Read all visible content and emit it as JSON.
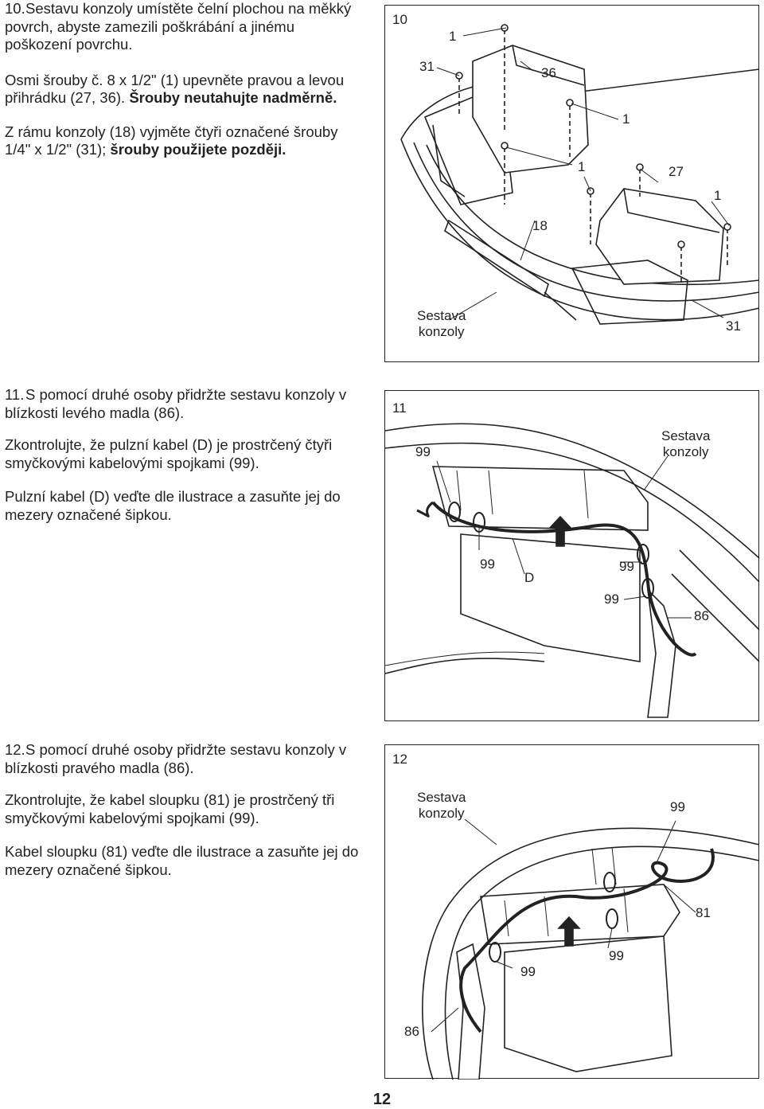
{
  "steps": [
    {
      "number": "10.",
      "paragraphs": [
        {
          "text": "Sestavu konzoly umístěte čelní plochou na měkký povrch, abyste zamezili poškrábání a jinému poškození povrchu."
        },
        {
          "text": "Osmi šrouby č. 8 x 1/2\" (1) upevněte pravou a levou přihrádku (27, 36). ",
          "bold": "Šrouby neutahujte nadměrně."
        },
        {
          "text": "Z rámu konzoly (18) vyjměte čtyři označené šrouby 1/4\" x 1/2\" (31); ",
          "bold": "šrouby použijete později."
        }
      ]
    },
    {
      "number": "11.",
      "paragraphs": [
        {
          "text": "S pomocí druhé osoby přidržte sestavu konzoly v blízkosti levého madla (86)."
        },
        {
          "text": "Zkontrolujte, že pulzní kabel (D) je prostrčený čtyři smyčkovými kabelovými spojkami (99)."
        },
        {
          "text": "Pulzní kabel (D) veďte dle ilustrace a zasuňte jej do mezery označené šipkou."
        }
      ]
    },
    {
      "number": "12.",
      "paragraphs": [
        {
          "text": "S pomocí druhé osoby přidržte sestavu konzoly v blízkosti pravého madla (86)."
        },
        {
          "text": "Zkontrolujte, že kabel sloupku (81) je prostrčený tři smyčkovými kabelovými spojkami (99)."
        },
        {
          "text": "Kabel sloupku (81) veďte dle ilustrace a zasuňte jej do mezery označené šipkou."
        }
      ]
    }
  ],
  "figures": {
    "fig10": {
      "number": "10",
      "callouts": {
        "c1a": "1",
        "c31a": "31",
        "c36": "36",
        "c1b": "1",
        "c1c": "1",
        "c27": "27",
        "c1d": "1",
        "c18": "18",
        "sestava_line1": "Sestava",
        "sestava_line2": "konzoly",
        "c31b": "31"
      }
    },
    "fig11": {
      "number": "11",
      "callouts": {
        "c99a": "99",
        "sestava_line1": "Sestava",
        "sestava_line2": "konzoly",
        "c99b": "99",
        "cD": "D",
        "c99c": "99",
        "c99d": "99",
        "c86": "86"
      }
    },
    "fig12": {
      "number": "12",
      "callouts": {
        "sestava_line1": "Sestava",
        "sestava_line2": "konzoly",
        "c99a": "99",
        "c81": "81",
        "c99b": "99",
        "c99c": "99",
        "c86": "86"
      }
    }
  },
  "page_number": "12"
}
